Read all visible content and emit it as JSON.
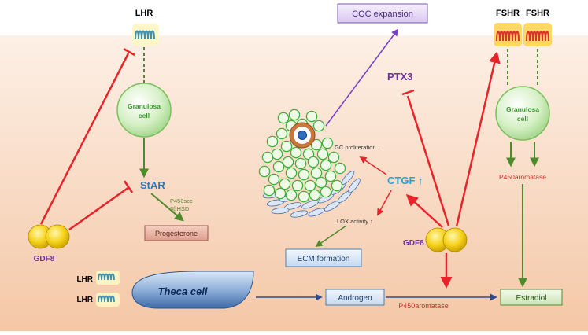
{
  "receptors": {
    "lhr_top": "LHR",
    "fshr_1": "FSHR",
    "fshr_2": "FSHR",
    "lhr_theca_1": "LHR",
    "lhr_theca_2": "LHR"
  },
  "cells": {
    "granulosa_left": [
      "Granulosa",
      "cell"
    ],
    "granulosa_right": [
      "Granulosa",
      "cell"
    ],
    "theca": "Theca cell"
  },
  "molecules": {
    "gdf8_left": "GDF8",
    "gdf8_center": "GDF8",
    "star": "StAR",
    "ptx3": "PTX3",
    "ctgf": "CTGF",
    "up_arrow": "↑"
  },
  "enzymes": {
    "p450scc": "P450scc",
    "hsd": "3βHSD",
    "aromatase_right": "P450aromatase",
    "aromatase_bottom": "P450aromatase"
  },
  "boxes": {
    "coc_expansion": "COC expansion",
    "progesterone": "Progesterone",
    "ecm_formation": "ECM formation",
    "androgen": "Androgen",
    "estradiol": "Estradiol"
  },
  "effects": {
    "gc_proliferation": "GC proliferation ↓",
    "lox_activity": "LOX activity ↑"
  },
  "colors": {
    "inhibit": "#e8242a",
    "activate_green": "#4f8a2c",
    "activate_blue": "#2e4b8f",
    "activate_purple": "#7a3fc7",
    "gdf8_label": "#7030a0",
    "ctgf_label": "#1fa7d9",
    "star_label": "#2e75b6",
    "enzyme_red": "#c0322b",
    "enzyme_green": "#5b8a34"
  }
}
